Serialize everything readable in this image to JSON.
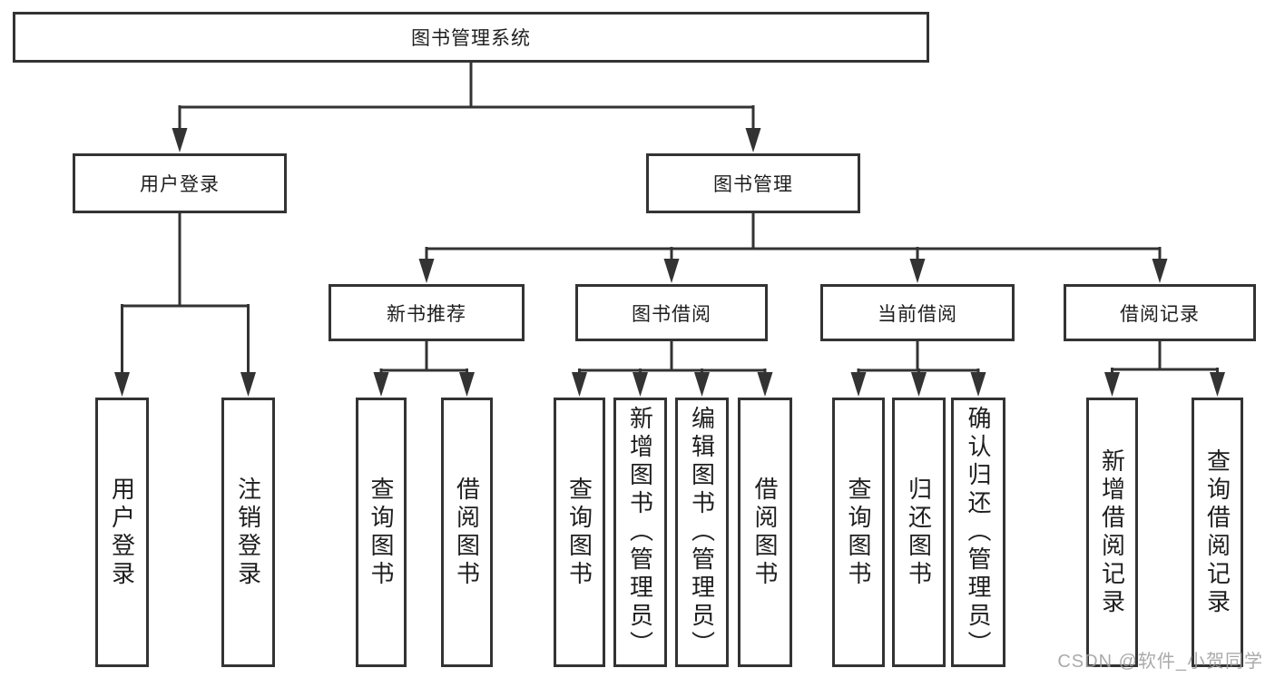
{
  "diagram": {
    "root": "图书管理系统",
    "level2": {
      "user_login": "用户登录",
      "book_mgmt": "图书管理"
    },
    "level3": {
      "new_book_rec": "新书推荐",
      "book_borrow": "图书借阅",
      "current_borrow": "当前借阅",
      "borrow_records": "借阅记录"
    },
    "leaves": {
      "user_login": [
        "用户登录",
        "注销登录"
      ],
      "new_book_rec": [
        "查询图书",
        "借阅图书"
      ],
      "book_borrow": [
        "查询图书",
        "新增图书（管理员）",
        "编辑图书（管理员）",
        "借阅图书"
      ],
      "current_borrow": [
        "查询图书",
        "归还图书",
        "确认归还（管理员）"
      ],
      "borrow_records": [
        "新增借阅记录",
        "查询借阅记录"
      ]
    },
    "watermark": "CSDN @软件_小贺同学",
    "line_color": "#333333"
  }
}
